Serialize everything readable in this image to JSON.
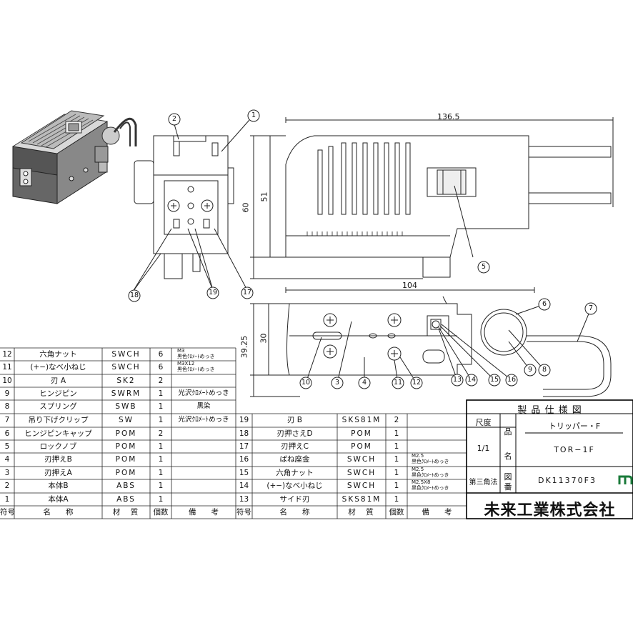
{
  "dimensions": {
    "d1": "136.5",
    "d2": "51",
    "d3": "60",
    "d4": "104",
    "d5": "30",
    "d6": "39.25"
  },
  "callouts": [
    "1",
    "2",
    "3",
    "4",
    "5",
    "6",
    "7",
    "8",
    "9",
    "10",
    "11",
    "12",
    "13",
    "14",
    "15",
    "16",
    "17",
    "18",
    "19"
  ],
  "parts_left": [
    {
      "no": "12",
      "name": "六角ナット",
      "material": "SWCH",
      "qty": "6",
      "note": [
        "M3",
        "黒色ｸﾛﾒｰﾄめっき"
      ]
    },
    {
      "no": "11",
      "name": "(+−)なべ小ねじ",
      "material": "SWCH",
      "qty": "6",
      "note": [
        "M3X12",
        "黒色ｸﾛﾒｰﾄめっき"
      ]
    },
    {
      "no": "10",
      "name": "刃 A",
      "material": "SK2",
      "qty": "2",
      "note": []
    },
    {
      "no": "9",
      "name": "ヒンジピン",
      "material": "SWRM",
      "qty": "1",
      "note": [
        "光沢ｸﾛﾒｰﾄめっき"
      ]
    },
    {
      "no": "8",
      "name": "スプリング",
      "material": "SWB",
      "qty": "1",
      "note": [
        "黒染"
      ]
    },
    {
      "no": "7",
      "name": "吊り下げクリップ",
      "material": "SW",
      "qty": "1",
      "note": [
        "光沢ｸﾛﾒｰﾄめっき"
      ]
    },
    {
      "no": "6",
      "name": "ヒンジピンキャップ",
      "material": "POM",
      "qty": "2",
      "note": []
    },
    {
      "no": "5",
      "name": "ロックノブ",
      "material": "POM",
      "qty": "1",
      "note": []
    },
    {
      "no": "4",
      "name": "刃押えB",
      "material": "POM",
      "qty": "1",
      "note": []
    },
    {
      "no": "3",
      "name": "刃押えA",
      "material": "POM",
      "qty": "1",
      "note": []
    },
    {
      "no": "2",
      "name": "本体B",
      "material": "ABS",
      "qty": "1",
      "note": []
    },
    {
      "no": "1",
      "name": "本体A",
      "material": "ABS",
      "qty": "1",
      "note": []
    }
  ],
  "parts_right": [
    {
      "no": "19",
      "name": "刃 B",
      "material": "SKS81M",
      "qty": "2",
      "note": []
    },
    {
      "no": "18",
      "name": "刃押さえD",
      "material": "POM",
      "qty": "1",
      "note": []
    },
    {
      "no": "17",
      "name": "刃押えC",
      "material": "POM",
      "qty": "1",
      "note": []
    },
    {
      "no": "16",
      "name": "ばね座金",
      "material": "SWCH",
      "qty": "1",
      "note": [
        "M2.5",
        "黒色ｸﾛﾒｰﾄめっき"
      ]
    },
    {
      "no": "15",
      "name": "六角ナット",
      "material": "SWCH",
      "qty": "1",
      "note": [
        "M2.5",
        "黒色ｸﾛﾒｰﾄめっき"
      ]
    },
    {
      "no": "14",
      "name": "(+−)なべ小ねじ",
      "material": "SWCH",
      "qty": "1",
      "note": [
        "M2.5X8",
        "黒色ｸﾛﾒｰﾄめっき"
      ]
    },
    {
      "no": "13",
      "name": "サイド刃",
      "material": "SKS81M",
      "qty": "1",
      "note": []
    }
  ],
  "header": {
    "no": "符号",
    "name": "名　　称",
    "material": "材　質",
    "qty": "個数",
    "note": "備　　考"
  },
  "title_block": {
    "heading": "製 品 仕 様 図",
    "scale_label": "尺度",
    "scale": "1/1",
    "projection": "第三角法",
    "hin": "品",
    "mei": "名",
    "zu": "図",
    "ban": "番",
    "product": "トリッパー・F",
    "model": "TOR−1F",
    "drawing_no": "DK11370F3",
    "company": "未来工業株式会社",
    "logo": "m"
  }
}
